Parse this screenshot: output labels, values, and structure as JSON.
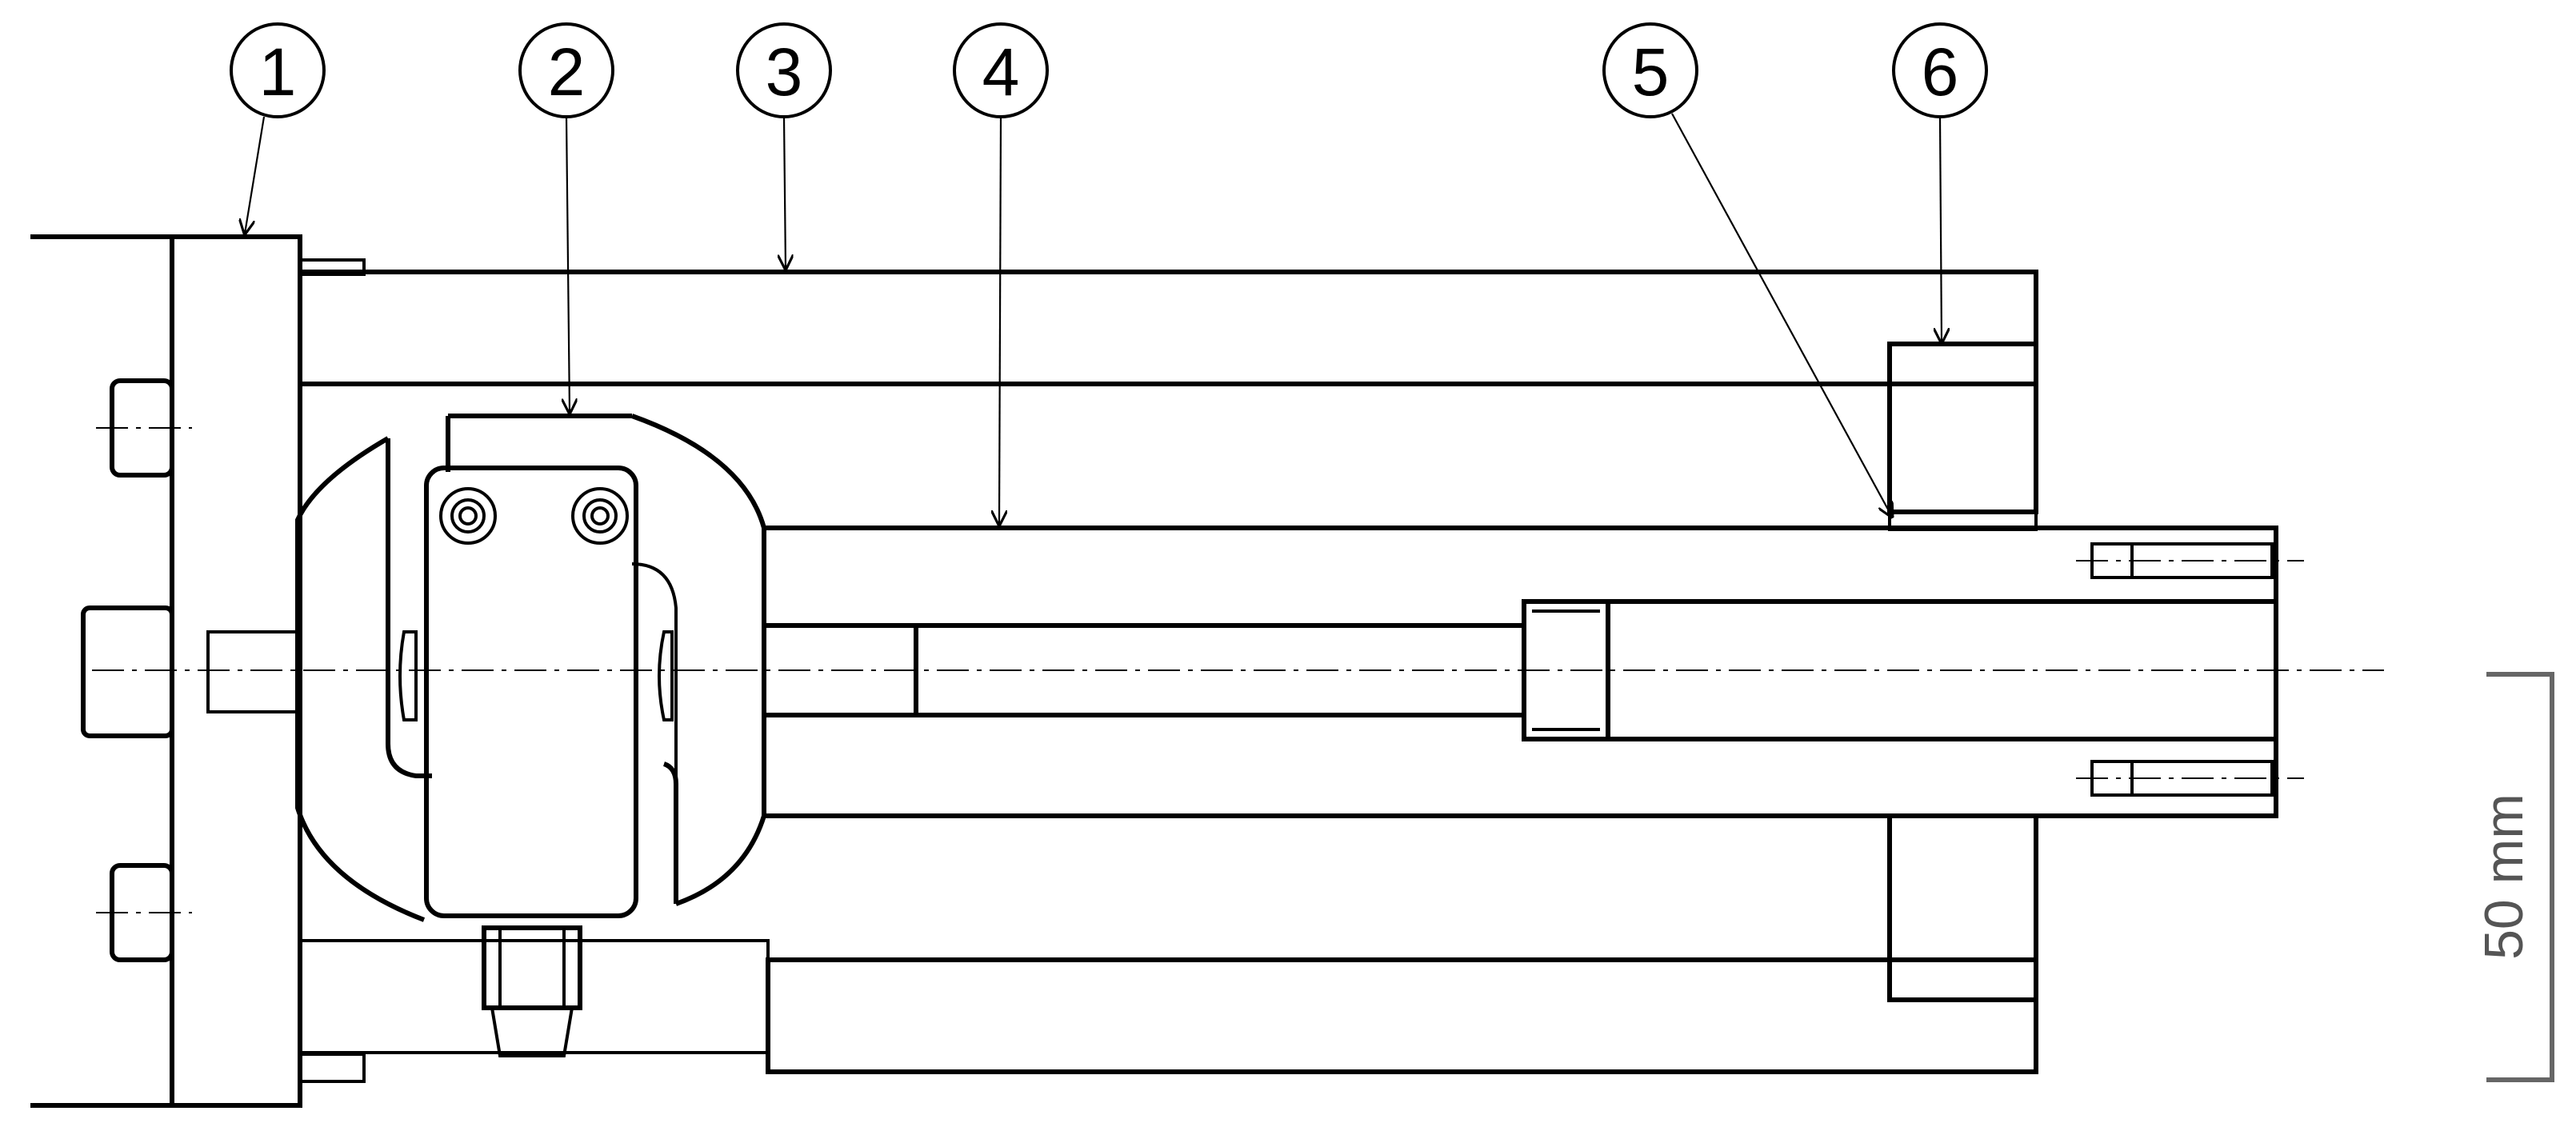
{
  "callouts": [
    {
      "id": "1",
      "label": "1"
    },
    {
      "id": "2",
      "label": "2"
    },
    {
      "id": "3",
      "label": "3"
    },
    {
      "id": "4",
      "label": "4"
    },
    {
      "id": "5",
      "label": "5"
    },
    {
      "id": "6",
      "label": "6"
    }
  ],
  "scale_bar": {
    "label": "50 mm"
  }
}
